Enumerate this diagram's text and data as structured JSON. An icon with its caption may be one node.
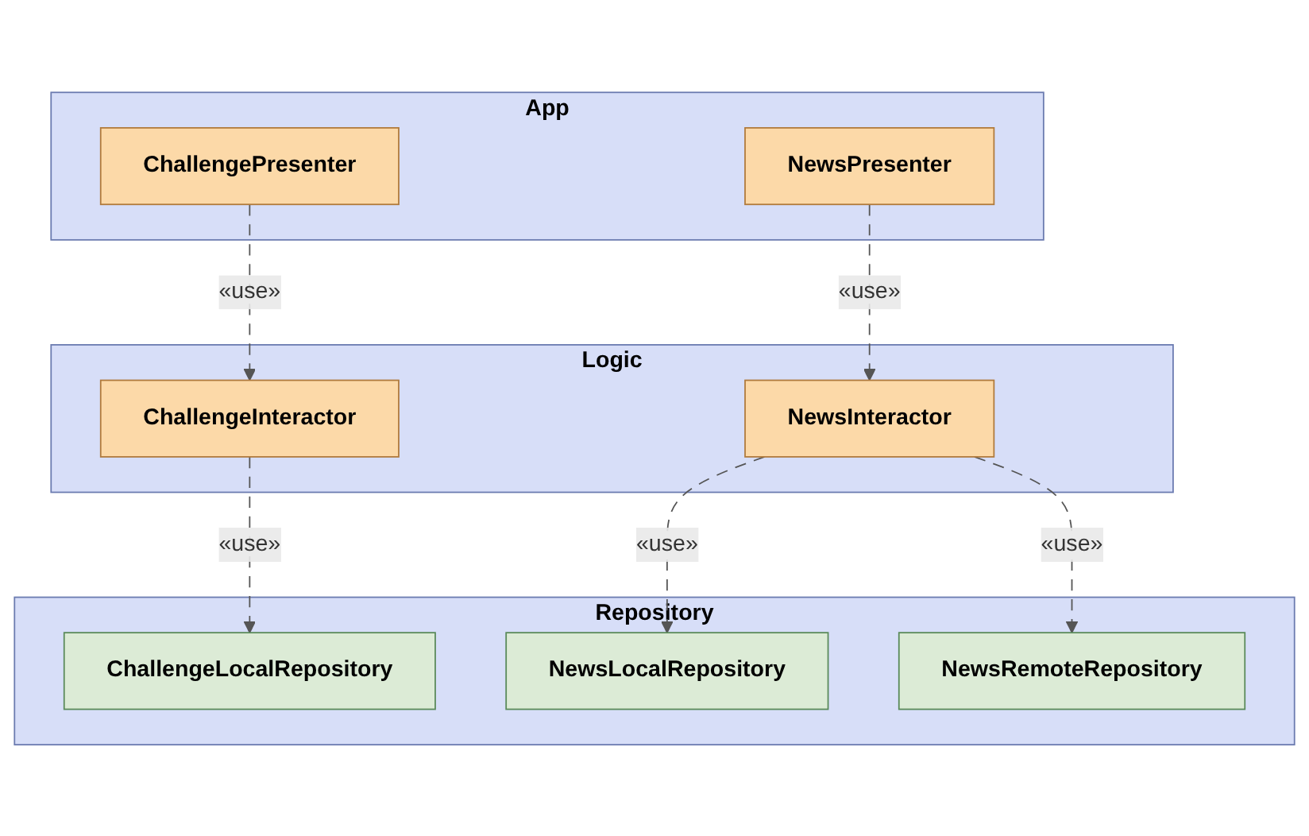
{
  "diagram": {
    "nodes": [
      {
        "text": [
          "App"
        ]
      },
      {
        "text": [
          "ChallengePresenter"
        ],
        "in": 0
      },
      {
        "text": [
          "NewsPresenter"
        ],
        "in": 0
      },
      {
        "text": [
          "Logic"
        ]
      },
      {
        "text": [
          "ChallengeInteractor"
        ],
        "in": 3
      },
      {
        "text": [
          "NewsInteractor"
        ],
        "in": 3
      },
      {
        "text": [
          "Repository"
        ]
      },
      {
        "text": [
          "ChallengeLocalRepository"
        ],
        "in": 6
      },
      {
        "text": [
          "NewsLocalRepository"
        ],
        "in": 6
      },
      {
        "text": [
          "NewsRemoteRepository"
        ],
        "in": 6
      }
    ],
    "edges": [
      {
        "from": 1,
        "to": 4,
        "arrow": "to",
        "label": "«use»",
        "style": "dashed"
      },
      {
        "from": 2,
        "to": 5,
        "arrow": "to",
        "label": "«use»",
        "style": "dashed"
      },
      {
        "from": 4,
        "to": 7,
        "arrow": "to",
        "label": "«use»",
        "style": "dashed"
      },
      {
        "from": 5,
        "to": 8,
        "arrow": "to",
        "label": "«use»",
        "style": "dashed"
      },
      {
        "from": 5,
        "to": 9,
        "arrow": "to",
        "label": "«use»",
        "style": "dashed"
      }
    ]
  }
}
